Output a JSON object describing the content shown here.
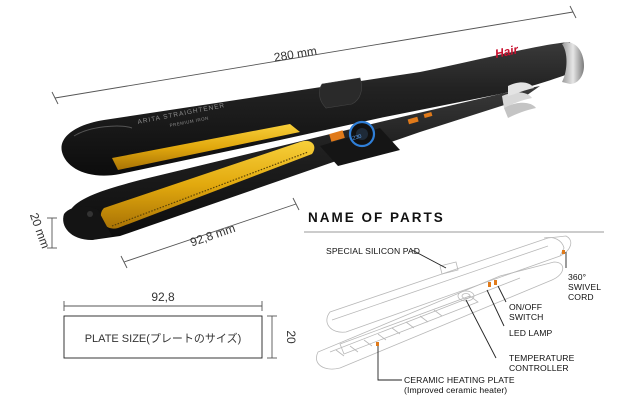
{
  "dimensions": {
    "length": "280 mm",
    "plate_length": "92,8 mm",
    "width": "20 mm"
  },
  "brand": "Hair",
  "device_print": {
    "line1": "ARITA STRAIGHTENER",
    "line2": "PREMIUM IRON",
    "temp_display": "230"
  },
  "plate_diagram": {
    "top_value": "92,8",
    "side_value": "20",
    "label": "PLATE SIZE(プレートのサイズ)"
  },
  "parts": {
    "title": "NAME OF PARTS",
    "silicon_pad": "SPECIAL SILICON PAD",
    "swivel_cord": [
      "360°",
      "SWIVEL",
      "CORD"
    ],
    "onoff_switch": [
      "ON/OFF",
      "SWITCH"
    ],
    "led_lamp": "LED LAMP",
    "temp_controller": [
      "TEMPERATURE",
      "CONTROLLER"
    ],
    "ceramic_plate": [
      "CERAMIC HEATING PLATE",
      "(Improved ceramic heater)"
    ]
  },
  "colors": {
    "body": "#1c1c1c",
    "plate": "#e2a90e",
    "accent_blue": "#2f7fd8",
    "brand_red": "#c8102e"
  }
}
